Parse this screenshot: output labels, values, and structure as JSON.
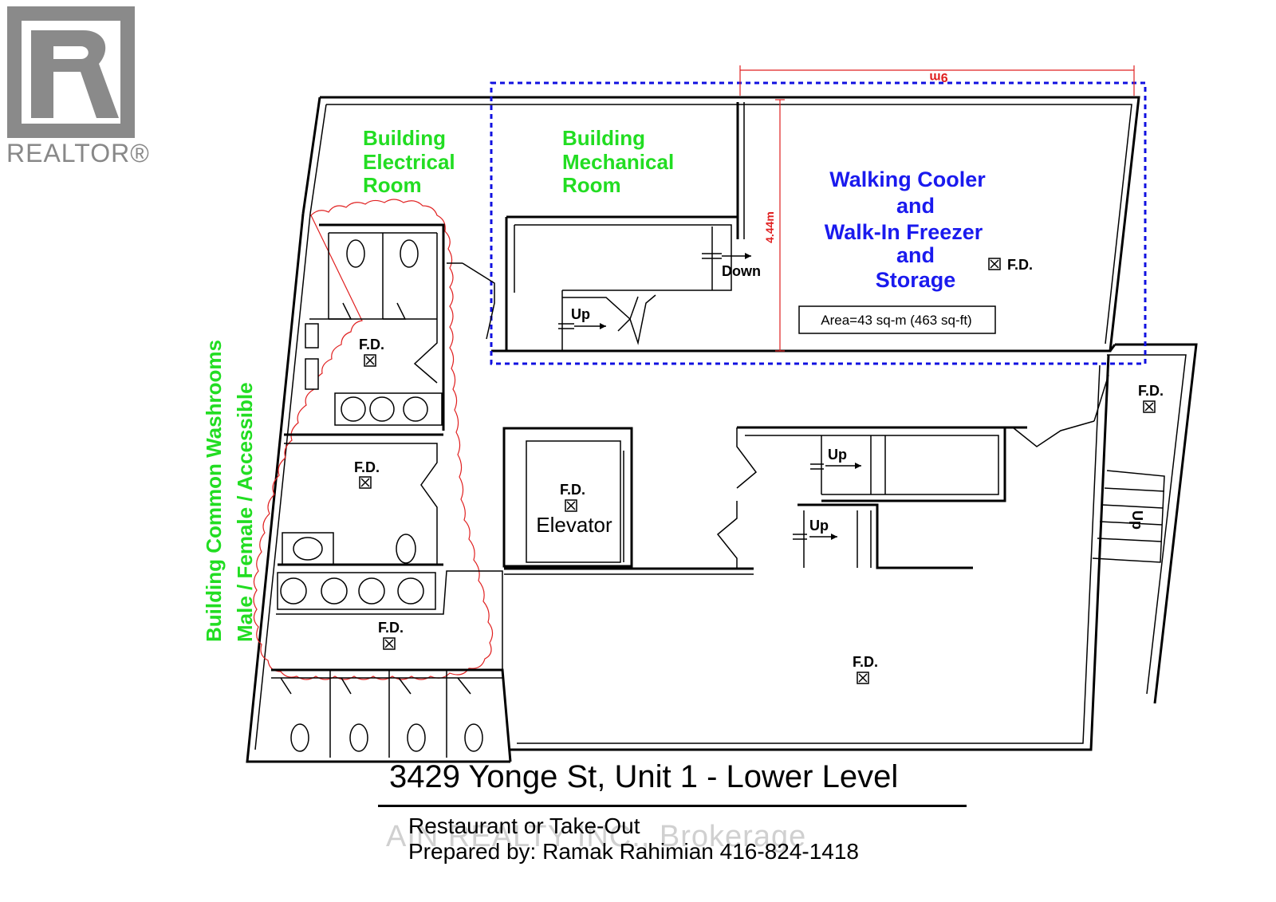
{
  "logo": {
    "wordmark": "REALTOR®",
    "icon": "realtor-r-logo-icon"
  },
  "rooms": {
    "electrical": [
      "Building",
      "Electrical",
      "Room"
    ],
    "mechanical": [
      "Building",
      "Mechanical",
      "Room"
    ],
    "cooler": [
      "Walking Cooler",
      "and",
      "Walk-In Freezer",
      "and",
      "Storage"
    ],
    "washrooms": [
      "Building Common Washrooms",
      "Male / Female / Accessible"
    ],
    "elevator": "Elevator"
  },
  "labels": {
    "fd": "F.D.",
    "up": "Up",
    "down": "Down",
    "area": "Area=43 sq-m (463 sq-ft)",
    "dim_vertical": "4.44m",
    "dim_top": "9m"
  },
  "footer": {
    "title": "3429 Yonge St, Unit 1 - Lower Level",
    "line1": "Restaurant or Take-Out",
    "line2": "Prepared by: Ramak Rahimian 416-824-1418",
    "watermark": "AIN REALTY INC., Brokerage"
  },
  "colors": {
    "room_label_green": "#22dd22",
    "storage_label_blue": "#1a1aee",
    "markup_red": "#e02020",
    "dashed_outline_blue": "#1010e0",
    "logo_gray": "#8a8a8a"
  }
}
